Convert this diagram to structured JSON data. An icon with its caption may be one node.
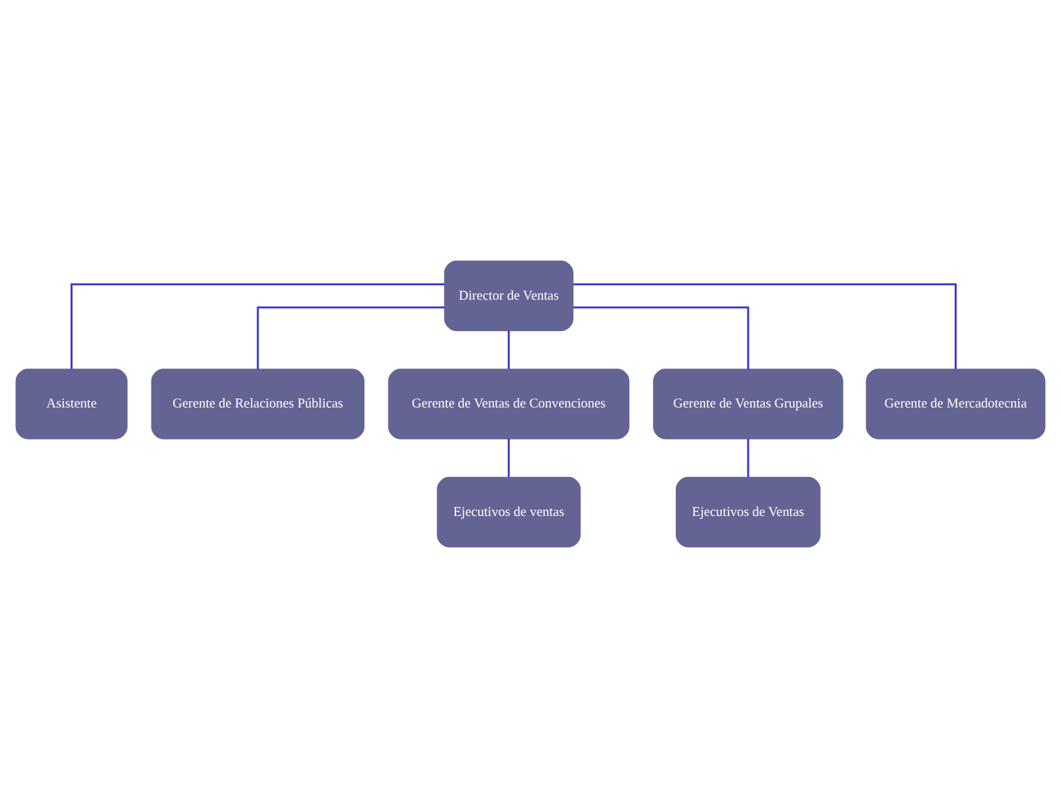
{
  "diagram": {
    "nodes": [
      {
        "text": [
          "Director de Ventas"
        ]
      },
      {
        "text": [
          "Asistente"
        ]
      },
      {
        "text": [
          "Gerente de Relaciones Públicas"
        ]
      },
      {
        "text": [
          "Gerente de Ventas de Convenciones"
        ]
      },
      {
        "text": [
          "Gerente de Ventas Grupales"
        ]
      },
      {
        "text": [
          "Gerente de Mercadotecnia"
        ]
      },
      {
        "text": [
          "Ejecutivos de ventas"
        ]
      },
      {
        "text": [
          "Ejecutivos de Ventas"
        ]
      }
    ],
    "edges": [
      {
        "from": 0,
        "to": 1,
        "arrow": "none"
      },
      {
        "from": 0,
        "to": 2,
        "arrow": "none"
      },
      {
        "from": 0,
        "to": 3,
        "arrow": "none"
      },
      {
        "from": 0,
        "to": 4,
        "arrow": "none"
      },
      {
        "from": 0,
        "to": 5,
        "arrow": "none"
      },
      {
        "from": 3,
        "to": 6,
        "arrow": "none"
      },
      {
        "from": 4,
        "to": 7,
        "arrow": "none"
      }
    ]
  }
}
